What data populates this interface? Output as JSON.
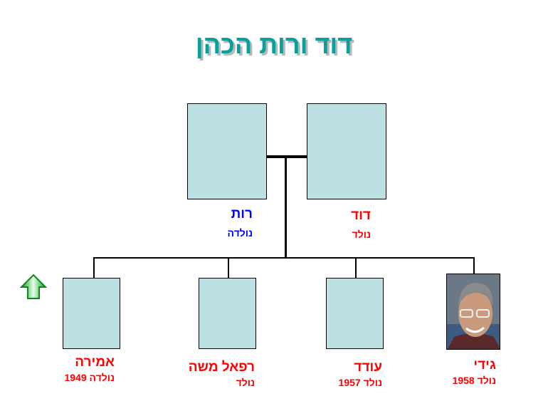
{
  "title": "דוד ורות הכהן",
  "colors": {
    "title": "#07a09c",
    "male": "#ff0000",
    "female": "#0000ff",
    "box": "#bce1e3"
  },
  "parents": [
    {
      "name": "רות",
      "born": "נולדה"
    },
    {
      "name": "דוד",
      "born": "נולד"
    }
  ],
  "children": [
    {
      "name": "אמירה",
      "born": "נולדה 1949"
    },
    {
      "name": "רפאל משה",
      "born": "נולד"
    },
    {
      "name": "עודד",
      "born": "נולד 1957"
    },
    {
      "name": "גידי",
      "born": "נולד 1958"
    }
  ],
  "nav": {
    "icon": "green-up-arrow-icon"
  }
}
